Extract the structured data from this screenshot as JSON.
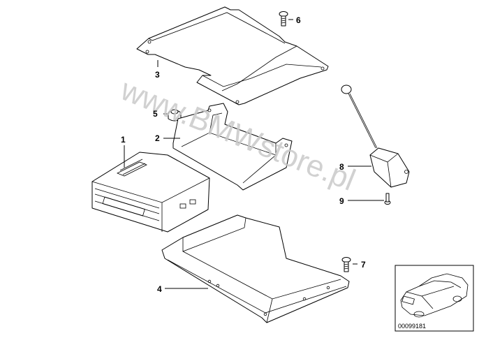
{
  "watermark": "www.BMWstore.pl",
  "parts": [
    {
      "id": "part-1",
      "number": "1"
    },
    {
      "id": "part-2",
      "number": "2"
    },
    {
      "id": "part-3",
      "number": "3"
    },
    {
      "id": "part-4",
      "number": "4"
    },
    {
      "id": "part-5",
      "number": "5"
    },
    {
      "id": "part-6",
      "number": "6"
    },
    {
      "id": "part-7",
      "number": "7"
    },
    {
      "id": "part-8",
      "number": "8"
    },
    {
      "id": "part-9",
      "number": "9"
    }
  ],
  "reference_code": "00099181",
  "colors": {
    "line": "#000000",
    "background": "#ffffff",
    "watermark": "#c9c9c9"
  }
}
